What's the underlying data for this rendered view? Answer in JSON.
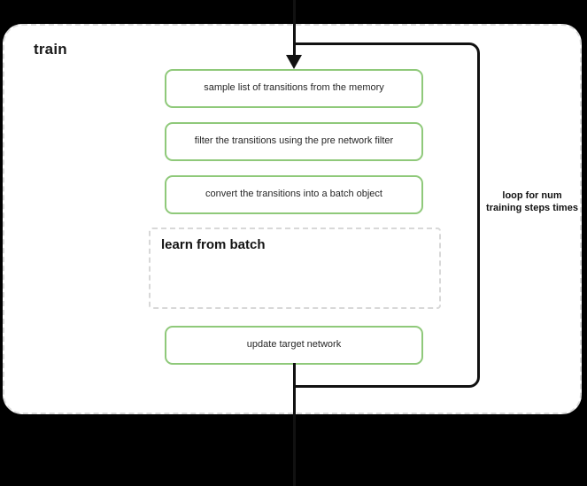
{
  "diagram": {
    "type": "flowchart",
    "title": "train",
    "outer_container": {
      "label": "train",
      "style": "dashed-rounded"
    },
    "steps": [
      {
        "id": "sample",
        "label": "sample list of transitions from the memory",
        "style": "green-box"
      },
      {
        "id": "filter",
        "label": "filter the transitions using the pre network filter",
        "style": "green-box"
      },
      {
        "id": "convert",
        "label": "convert the transitions into a batch object",
        "style": "green-box"
      },
      {
        "id": "learn",
        "label": "learn from batch",
        "style": "dashed-subgraph"
      },
      {
        "id": "update",
        "label": "update target network",
        "style": "green-box"
      }
    ],
    "loop": {
      "label": "loop for num training steps times"
    },
    "colors": {
      "box_border_green": "#8fc97a",
      "box_fill": "#ffffff",
      "container_border": "#dcdcdc",
      "subgraph_border": "#d8d8d8",
      "line": "#111111",
      "text": "#262626",
      "page_background": "#000000"
    }
  }
}
